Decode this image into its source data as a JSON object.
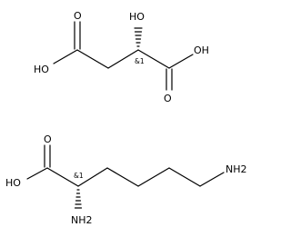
{
  "molecules": [
    {
      "labels": {
        "oh_top": "HO",
        "o_left": "O",
        "ho_left": "HO",
        "stereo": "&1",
        "oh_right": "OH",
        "o_right": "O"
      }
    },
    {
      "labels": {
        "o_top": "O",
        "ho": "HO",
        "stereo": "&1",
        "nh2_alpha": "NH2",
        "nh2_end": "NH2"
      }
    }
  ]
}
